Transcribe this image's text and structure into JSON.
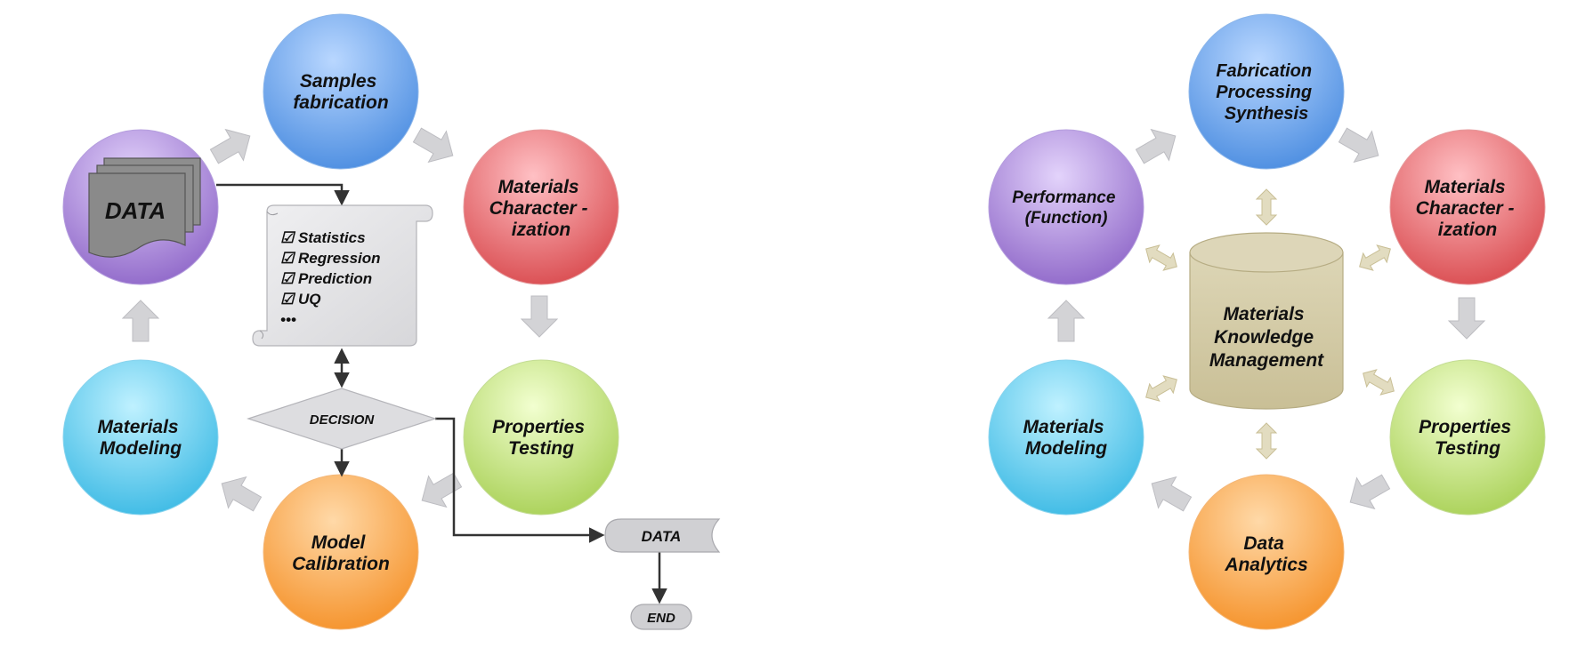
{
  "left_diagram": {
    "nodes": {
      "samples": [
        "Samples",
        "fabrication"
      ],
      "characterization": [
        "Materials",
        "Character -",
        "ization"
      ],
      "properties": [
        "Properties",
        "Testing"
      ],
      "calibration": [
        "Model",
        "Calibration"
      ],
      "modeling": [
        "Materials",
        "Modeling"
      ],
      "data": "DATA"
    },
    "scroll_items": [
      "☑ Statistics",
      "☑ Regression",
      "☑ Prediction",
      "☑ UQ",
      "•••"
    ],
    "decision": "DECISION",
    "data_output": "DATA",
    "end": "END"
  },
  "right_diagram": {
    "nodes": {
      "fabrication": [
        "Fabrication",
        "Processing",
        "Synthesis"
      ],
      "characterization": [
        "Materials",
        "Character -",
        "ization"
      ],
      "properties": [
        "Properties",
        "Testing"
      ],
      "analytics": [
        "Data",
        "Analytics"
      ],
      "modeling": [
        "Materials",
        "Modeling"
      ],
      "performance": [
        "Performance",
        "(Function)"
      ]
    },
    "hub": [
      "Materials",
      "Knowledge",
      "Management"
    ]
  },
  "colors": {
    "blue": "#5f9ee8",
    "red": "#e4666a",
    "green": "#b8dc6e",
    "orange": "#f8a040",
    "cyan": "#54c6ea",
    "purple": "#a27ed4",
    "cycle_arrow": "#d3d3d6",
    "hub": "#cfc7a2",
    "connector": "#333333"
  }
}
